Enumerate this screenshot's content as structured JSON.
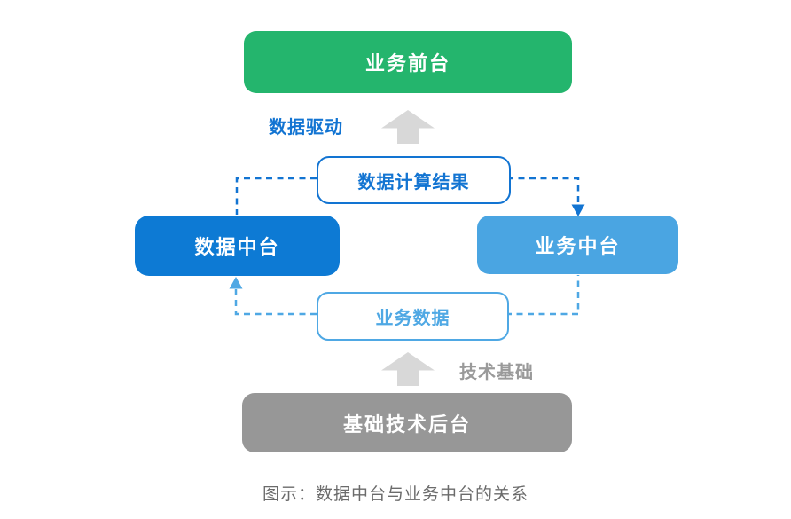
{
  "colors": {
    "green": "#24b56d",
    "dark_blue_fill": "#0d7ad4",
    "dark_blue_line": "#1274d2",
    "light_blue_fill": "#4aa5e2",
    "light_blue_line": "#4fa8e4",
    "gray_fill": "#979797",
    "gray_arrow": "#d8d8d8",
    "gray_text": "#9a9a9a",
    "caption_gray": "#6b6b6b"
  },
  "nodes": {
    "frontend": {
      "label": "业务前台"
    },
    "data_platform": {
      "label": "数据中台"
    },
    "business_platform": {
      "label": "业务中台"
    },
    "backend": {
      "label": "基础技术后台"
    }
  },
  "connectors": {
    "data_result": {
      "label": "数据计算结果"
    },
    "business_data": {
      "label": "业务数据"
    }
  },
  "annotations": {
    "data_driven": "数据驱动",
    "tech_foundation": "技术基础"
  },
  "caption": "图示：数据中台与业务中台的关系"
}
